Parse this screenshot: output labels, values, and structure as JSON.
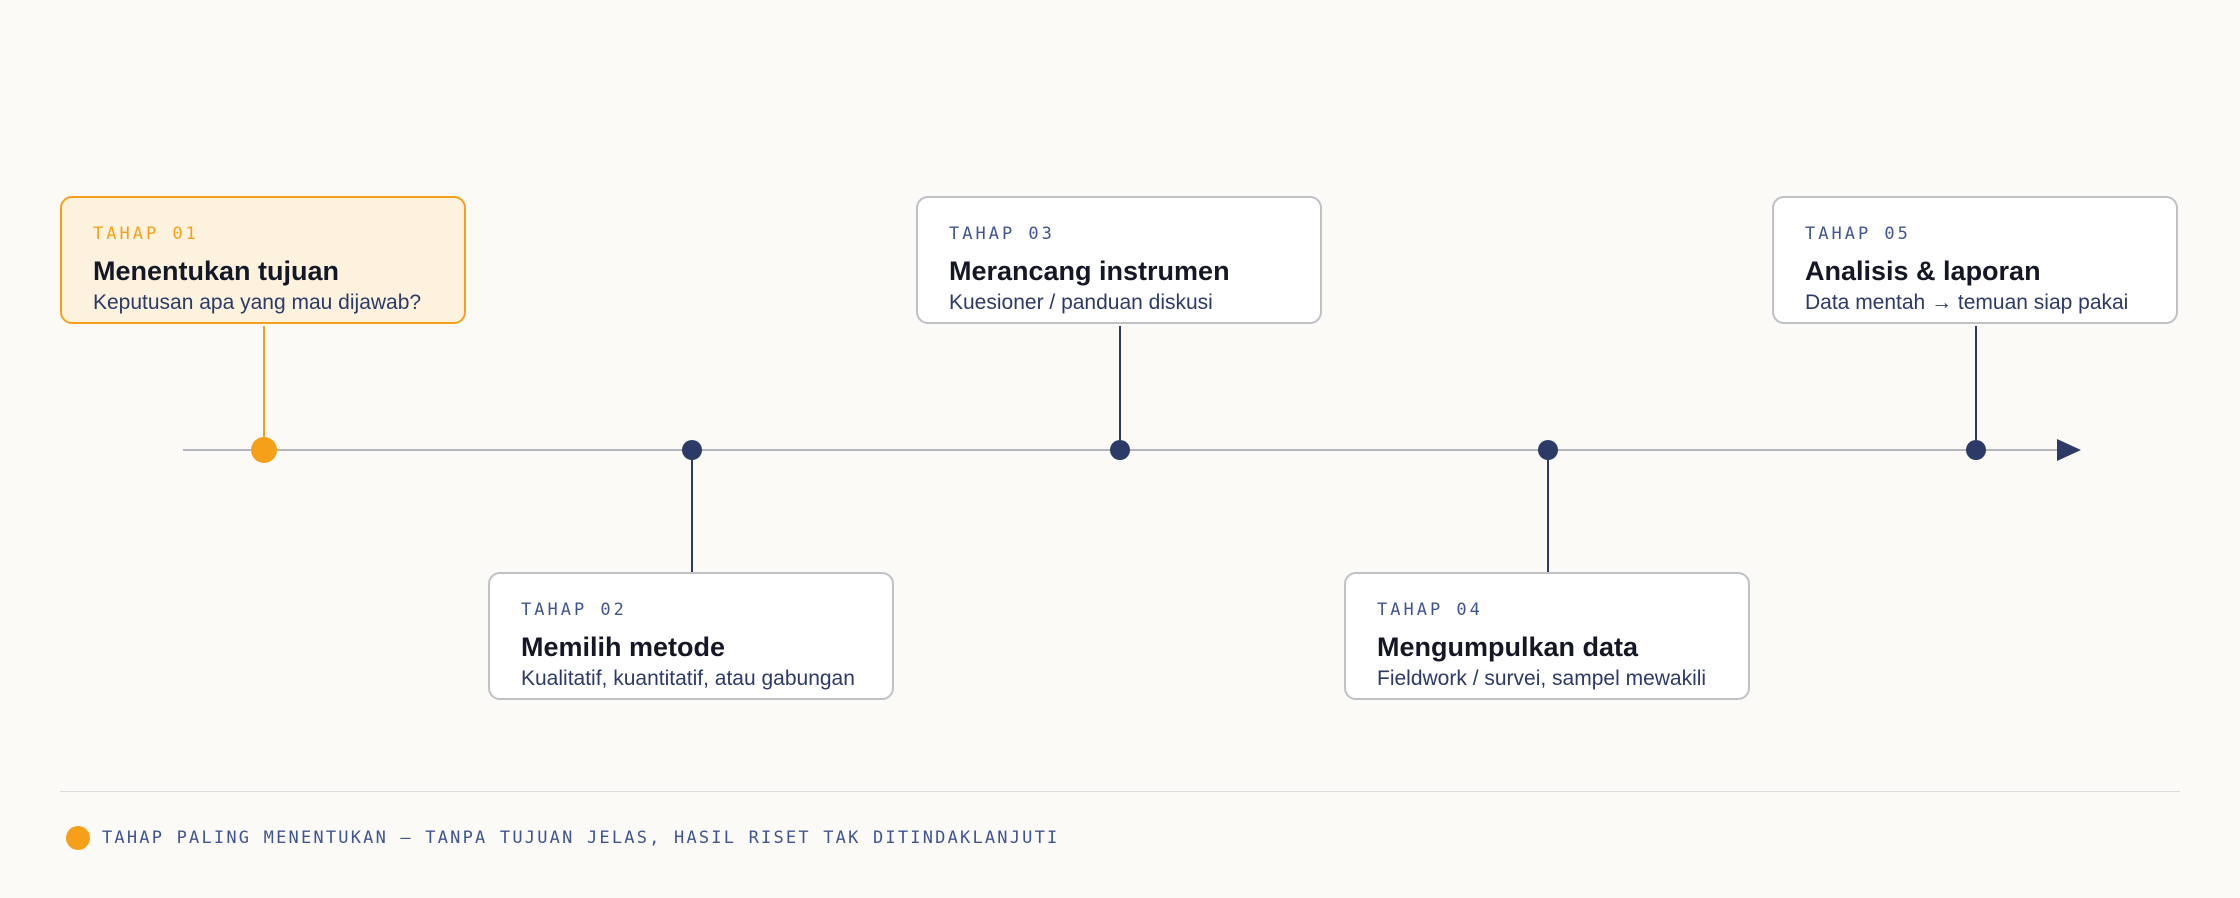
{
  "stages": [
    {
      "label": "TAHAP 01",
      "title": "Menentukan tujuan",
      "desc": "Keputusan apa yang mau dijawab?",
      "highlight": true,
      "position": "above"
    },
    {
      "label": "TAHAP 02",
      "title": "Memilih metode",
      "desc": "Kualitatif, kuantitatif, atau gabungan",
      "highlight": false,
      "position": "below"
    },
    {
      "label": "TAHAP 03",
      "title": "Merancang instrumen",
      "desc": "Kuesioner / panduan diskusi",
      "highlight": false,
      "position": "above"
    },
    {
      "label": "TAHAP 04",
      "title": "Mengumpulkan data",
      "desc": "Fieldwork / survei, sampel mewakili",
      "highlight": false,
      "position": "below"
    },
    {
      "label": "TAHAP 05",
      "title": "Analisis & laporan",
      "desc": "Data mentah → temuan siap pakai",
      "highlight": false,
      "position": "above"
    }
  ],
  "legend": {
    "text": "TAHAP PALING MENENTUKAN — TANPA TUJUAN JELAS, HASIL RISET TAK DITINDAKLANJUTI"
  },
  "colors": {
    "accent": "#f6a01a",
    "primary": "#2b3a67",
    "background": "#fcfaf6",
    "highlight_fill": "#fdf2dd"
  }
}
